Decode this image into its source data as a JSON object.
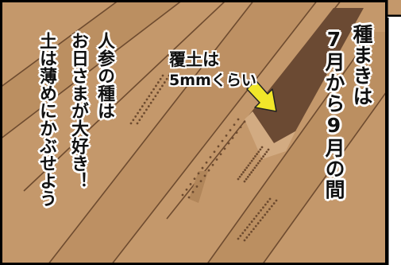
{
  "colors": {
    "soil_light": "#c4986b",
    "soil_mid": "#b88a5d",
    "soil_dark_furrow": "#6b4a33",
    "line": "#6e4b2f",
    "arrow_fill": "#f1e62a",
    "border": "#000000"
  },
  "right_text": {
    "line1": "種まきは",
    "line2": "7月から9月の間"
  },
  "caption": {
    "line1": "覆土は",
    "line2": "5mmくらい"
  },
  "left_text": {
    "line1": "人参の種は",
    "line2": "お日さまが大好き！",
    "line3": "土は薄めにかぶせよう"
  },
  "icons": {
    "arrow": "arrow-down-right-icon"
  }
}
